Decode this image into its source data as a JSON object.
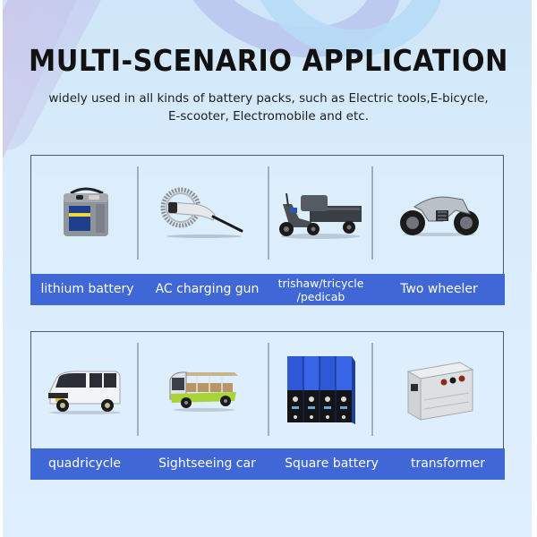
{
  "header": {
    "title": "MULTI-SCENARIO APPLICATION",
    "subtitle_line1": "widely used in all kinds of battery packs, such as Electric tools,E-bicycle,",
    "subtitle_line2": "E-scooter, Electromobile and etc."
  },
  "colors": {
    "label_bar": "#3f68d6",
    "panel_border": "#4a5a68",
    "background": "#d9ecfb",
    "title_text": "#111111"
  },
  "rows": [
    {
      "items": [
        {
          "label": "lithium battery",
          "icon": "lithium-battery-pack-icon"
        },
        {
          "label": "AC charging gun",
          "icon": "ac-charging-gun-icon"
        },
        {
          "label_line1": "trishaw/tricycle",
          "label_line2": "/pedicab",
          "icon": "cargo-tricycle-icon"
        },
        {
          "label": "Two wheeler",
          "icon": "motorcycle-icon"
        }
      ]
    },
    {
      "items": [
        {
          "label": "quadricycle",
          "icon": "mini-car-icon"
        },
        {
          "label": "Sightseeing car",
          "icon": "sightseeing-cart-icon"
        },
        {
          "label": "Square battery",
          "icon": "prismatic-battery-cells-icon"
        },
        {
          "label": "transformer",
          "icon": "transformer-box-icon"
        }
      ]
    }
  ]
}
